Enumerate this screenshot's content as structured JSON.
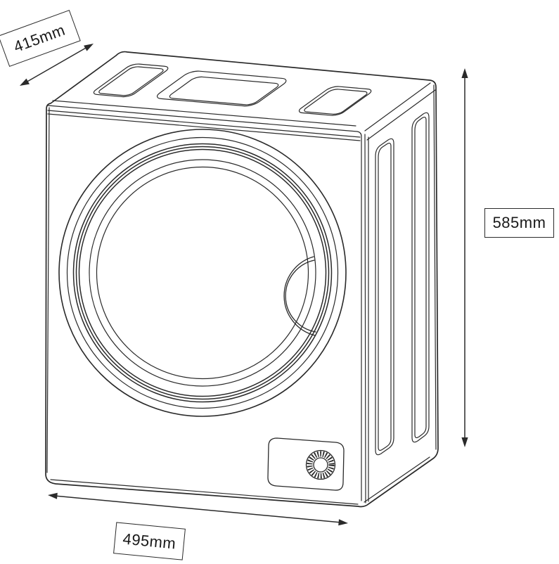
{
  "drawing": {
    "name": "tumble-dryer-dimension-diagram",
    "style": "black line art, isometric technical drawing",
    "line_color": "#2a2a2a",
    "background": "#ffffff",
    "features": [
      "top panel with three recessed vents",
      "large round porthole door with concentric rims",
      "semicircular door handle recess",
      "control panel with knurled program knob",
      "side panel with two vertical grooves"
    ],
    "icons": {
      "depth_arrow": "double-headed-diagonal-arrow",
      "height_arrow": "double-headed-vertical-arrow",
      "width_arrow": "double-headed-horizontal-arrow"
    }
  },
  "dimensions": {
    "depth": {
      "value": "415mm"
    },
    "height": {
      "value": "585mm"
    },
    "width": {
      "value": "495mm"
    }
  }
}
